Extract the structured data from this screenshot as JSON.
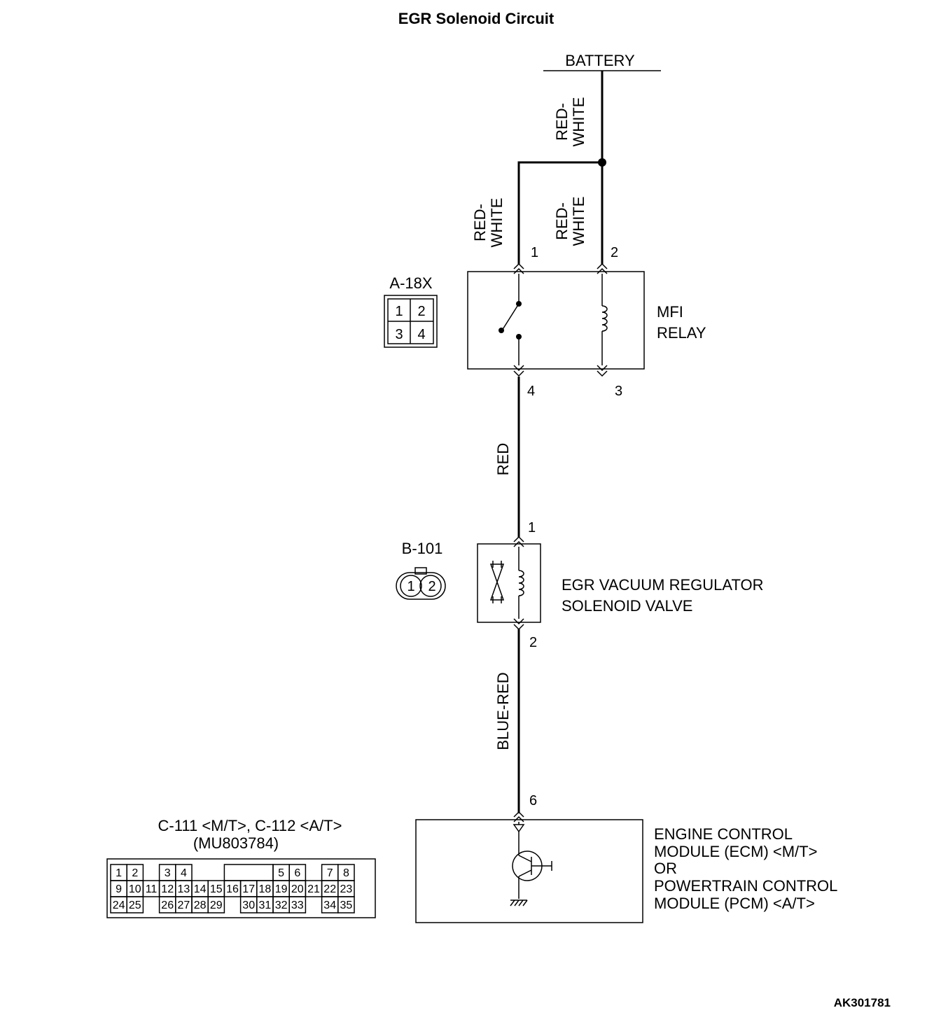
{
  "title": "EGR Solenoid Circuit",
  "drawing_code": "AK301781",
  "battery": {
    "label": "BATTERY"
  },
  "wires": {
    "battery_feed": "RED-\nWHITE",
    "relay_pin1": "RED-\nWHITE",
    "relay_pin2": "RED-\nWHITE",
    "relay_to_valve": "RED",
    "valve_to_ecm": "BLUE-RED"
  },
  "mfi_relay": {
    "name_line1": "MFI",
    "name_line2": "RELAY",
    "connector": "A-18X",
    "connector_cells": [
      "1",
      "2",
      "3",
      "4"
    ],
    "pins": {
      "p1": "1",
      "p2": "2",
      "p3": "3",
      "p4": "4"
    }
  },
  "egr_valve": {
    "name_line1": "EGR VACUUM REGULATOR",
    "name_line2": "SOLENOID VALVE",
    "connector": "B-101",
    "connector_cells": [
      "1",
      "2"
    ],
    "pins": {
      "p1": "1",
      "p2": "2"
    }
  },
  "ecm": {
    "lines": [
      "ENGINE CONTROL",
      "MODULE (ECM) <M/T>",
      "OR",
      "POWERTRAIN CONTROL",
      "MODULE (PCM) <A/T>"
    ],
    "pin": "6",
    "connector_line1": "C-111 <M/T>, C-112 <A/T>",
    "connector_line2": "(MU803784)",
    "connector_rows": [
      [
        "1",
        "2",
        "",
        "3",
        "4",
        "",
        "",
        "",
        "",
        "",
        "5",
        "6",
        "",
        "7",
        "8"
      ],
      [
        "9",
        "10",
        "11",
        "12",
        "13",
        "14",
        "15",
        "16",
        "17",
        "18",
        "19",
        "20",
        "21",
        "22",
        "23"
      ],
      [
        "24",
        "25",
        "",
        "26",
        "27",
        "28",
        "29",
        "",
        "30",
        "31",
        "32",
        "33",
        "",
        "34",
        "35"
      ]
    ]
  }
}
